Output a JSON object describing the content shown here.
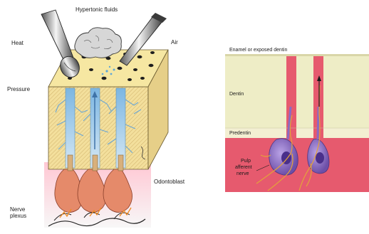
{
  "left_figure": {
    "labels": {
      "top": "Hypertonic fluids",
      "heat": "Heat",
      "air": "Air",
      "pressure": "Pressure",
      "odontoblast": "Odontoblast",
      "nerve": "Nerve",
      "plexus": "plexus"
    }
  },
  "right_figure": {
    "labels": {
      "enamel": "Enamel or exposed dentin",
      "dentin": "Dentin",
      "predentin": "Predentin",
      "pulp1": "Pulp",
      "pulp2": "afferent",
      "pulp3": "nerve"
    }
  },
  "colors": {
    "dentin_yellow": "#f1dd9a",
    "tubule_blue": "#8fc3e6",
    "odontoblast_orange": "#e58a6a",
    "pulp_red": "#e65a6e",
    "right_dentin": "#eeedc6",
    "cell_purple": "#8a6ac2",
    "nerve_orange": "#e3a23a"
  }
}
